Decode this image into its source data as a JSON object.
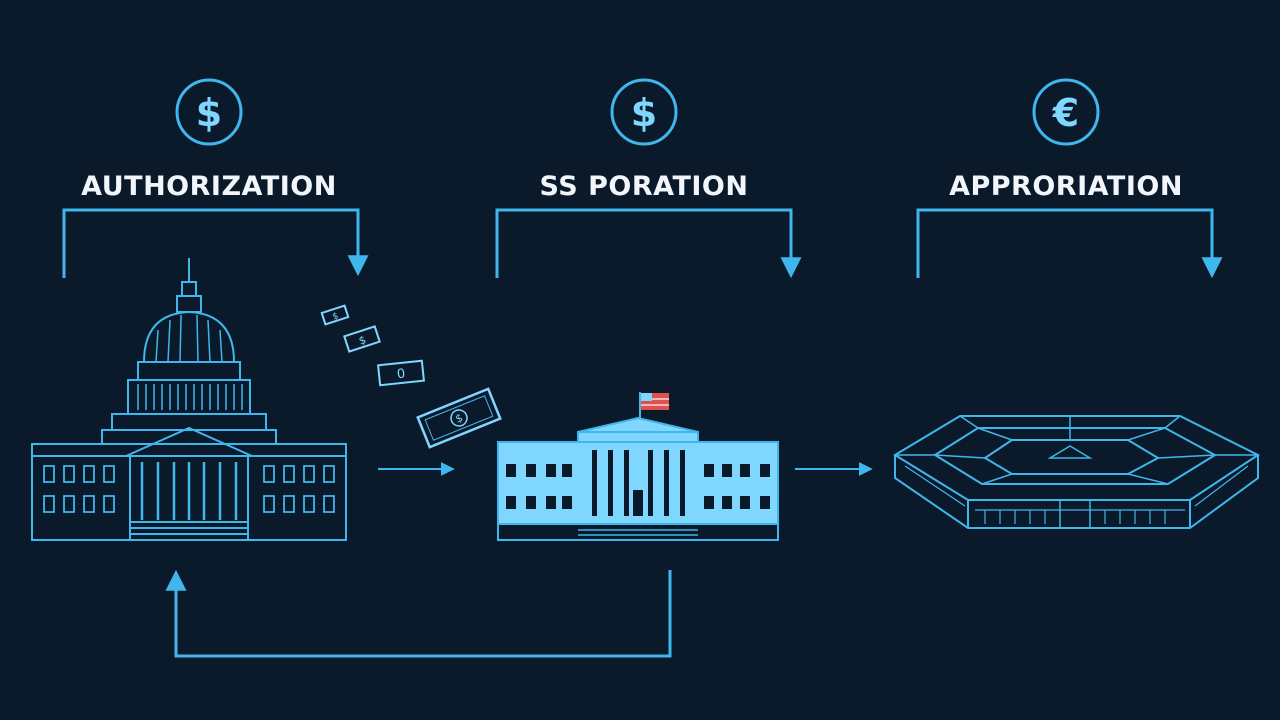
{
  "stages": [
    {
      "label": "AUTHORIZATION",
      "symbol": "$",
      "building": "capitol-building"
    },
    {
      "label": "SS PORATION",
      "symbol": "$",
      "building": "white-house"
    },
    {
      "label": "APPRORIATION",
      "symbol": "€",
      "building": "pentagon"
    }
  ],
  "flying_bills": [
    "$",
    "$",
    "0",
    "$"
  ],
  "colors": {
    "background": "#0b1a2a",
    "line": "#3fb6ec",
    "fill": "#7fd6ff",
    "text": "#f2f6fa",
    "flag_red": "#e0504c"
  }
}
